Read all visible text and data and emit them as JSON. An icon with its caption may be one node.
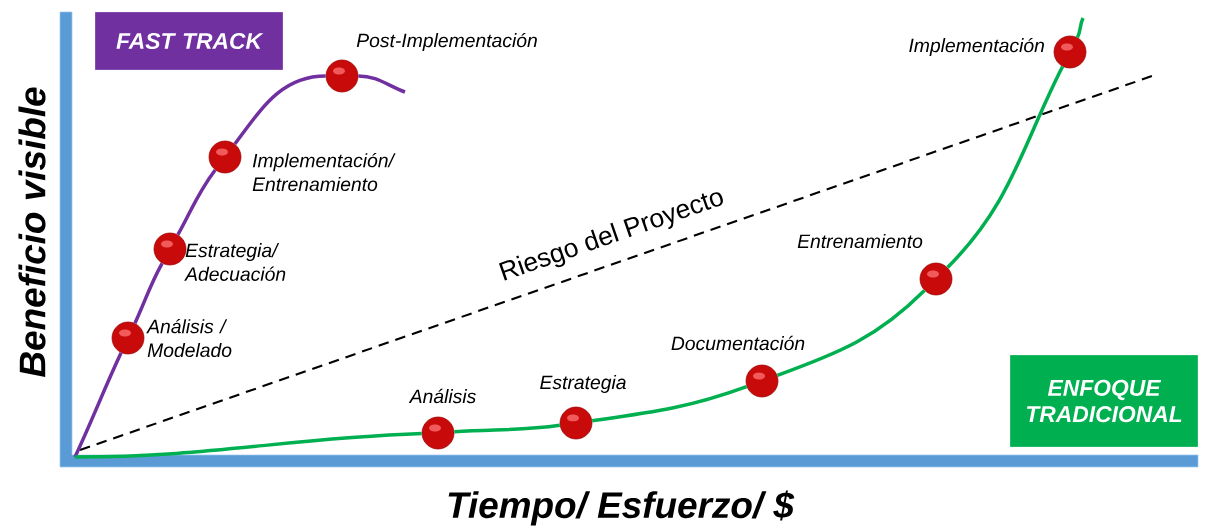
{
  "diagram": {
    "nodes": [
      {
        "text": [
          "FAST TRACK"
        ]
      },
      {
        "text": [],
        "shape": "circle",
        "beside": [
          "Análisis / Modelado"
        ]
      },
      {
        "text": [],
        "shape": "circle",
        "beside": [
          "Estrategia/ Adecuación"
        ]
      },
      {
        "text": [],
        "shape": "circle",
        "beside": [
          "Implementación/ Entrenamiento"
        ]
      },
      {
        "text": [],
        "shape": "circle",
        "beside": [
          "Post-Implementación"
        ]
      },
      {
        "text": [
          "ENFOQUE TRADICIONAL"
        ]
      },
      {
        "text": [],
        "shape": "circle",
        "beside": [
          "Análisis"
        ]
      },
      {
        "text": [],
        "shape": "circle",
        "beside": [
          "Estrategia"
        ]
      },
      {
        "text": [],
        "shape": "circle",
        "beside": [
          "Documentación"
        ]
      },
      {
        "text": [],
        "shape": "circle",
        "beside": [
          "Entrenamiento"
        ]
      },
      {
        "text": [],
        "shape": "circle",
        "beside": [
          "Implementación"
        ]
      }
    ],
    "edges": [
      {
        "from": null,
        "to": 1,
        "arrow": "none",
        "color": "#7030a0"
      },
      {
        "from": 1,
        "to": 2,
        "arrow": "none",
        "color": "#7030a0"
      },
      {
        "from": 2,
        "to": 3,
        "arrow": "none",
        "color": "#7030a0"
      },
      {
        "from": 3,
        "to": 4,
        "arrow": "none",
        "color": "#7030a0"
      },
      {
        "from": 4,
        "to": null,
        "arrow": "none",
        "color": "#7030a0"
      },
      {
        "from": null,
        "to": 6,
        "arrow": "none",
        "color": "#00b050"
      },
      {
        "from": 6,
        "to": 7,
        "arrow": "none",
        "color": "#00b050"
      },
      {
        "from": 7,
        "to": 8,
        "arrow": "none",
        "color": "#00b050"
      },
      {
        "from": 8,
        "to": 9,
        "arrow": "none",
        "color": "#00b050"
      },
      {
        "from": 9,
        "to": 10,
        "arrow": "none",
        "color": "#00b050"
      },
      {
        "from": 10,
        "to": null,
        "arrow": "none",
        "color": "#00b050"
      }
    ],
    "labels": [
      "Beneficio visible",
      "Riesgo del Proyecto",
      "Tiempo/ Esfuerzo/ $"
    ]
  }
}
